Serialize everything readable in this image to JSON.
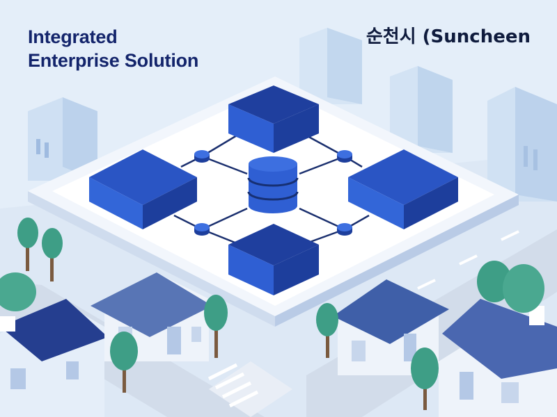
{
  "header": {
    "title_line1": "Integrated",
    "title_line2": "Enterprise Solution",
    "city_label": "순천시 (Suncheen"
  },
  "colors": {
    "background": "#e3eef9",
    "title_text": "#13246b",
    "block_blue": "#2f5fd3",
    "block_dark": "#1d3e9c",
    "platform": "#ffffff",
    "tree_green": "#3e9e86",
    "house_roof": "#253e8f"
  },
  "icons": {
    "database": "database-icon",
    "modules": "server-block-icon",
    "connectors": "connector-node-icon"
  }
}
